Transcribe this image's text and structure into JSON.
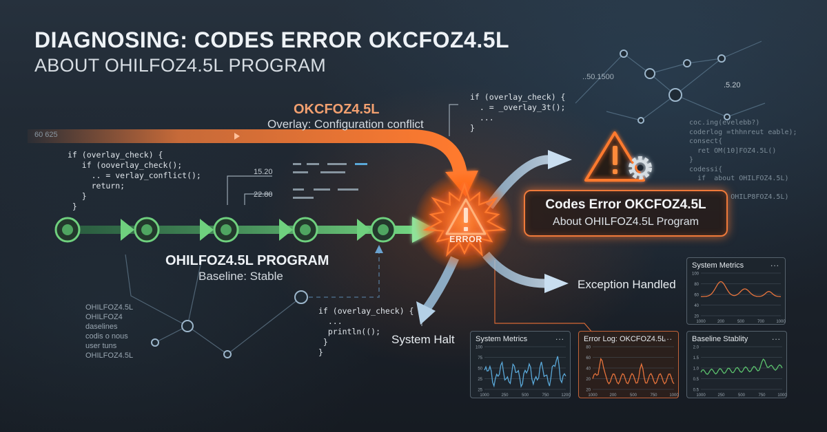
{
  "title": "DIAGNOSING: CODES ERROR OKCFOZ4.5L",
  "subtitle": "ABOUT OHILFOZ4.5L PROGRAM",
  "program": {
    "name": "OHILFOZ4.5L PROGRAM",
    "status": "Baseline: Stable"
  },
  "overlay": {
    "name": "OKCFOZ4.5L",
    "status": "Overlay: Configuration conflict"
  },
  "error_badge": "ERROR",
  "callout": {
    "title": "Codes Error OKCFOZ4.5L",
    "subtitle": "About OHILFOZ4.5L Program"
  },
  "outcomes": {
    "exception": "Exception Handled",
    "halt": "System Halt"
  },
  "code_blocks": {
    "left": "if (overlay_check) {\n   if (ooverlay_check();\n     .. = verlay_conflict();\n     return;\n   }\n }",
    "top": "if (overlay_check) {\n  . = _overlay_3t();\n  ...\n}",
    "bottom": "if (overlay_check) {\n  ...\n  println(();\n }\n}",
    "right": "coc.ing(evelebb?)\ncoderlog =thhnreut eable);\nconsect{\n  ret OM(10]FOZ4.5L()\n}\ncodessi{\n  if  about OHILFOZ4.5L)\n\n          OHILP8FOZ4.5L)"
  },
  "readouts": {
    "r1": "15.20",
    "r2": "22.80",
    "r3": "60 625",
    "r4": "..50.1500",
    "r5": ".5.20"
  },
  "side_labels": [
    "OHILFOZ4.5L",
    "OHILFOZ4",
    "daselines",
    "codis o nous",
    "user tuns",
    "OHILFOZ4.5L"
  ],
  "panels": {
    "metrics_top": {
      "title": "System Metrics",
      "dots": "...",
      "yticks": [
        "100",
        "80",
        "60",
        "40",
        "20"
      ],
      "xticks": [
        "1000",
        "200",
        "500",
        "700",
        "1000"
      ]
    },
    "metrics_bottom": {
      "title": "System Metrics",
      "dots": "...",
      "yticks": [
        "100",
        "75",
        "50",
        "25",
        "25"
      ],
      "xticks": [
        "1000",
        "250",
        "500",
        "750",
        "1200"
      ]
    },
    "error_log": {
      "title": "Error Log: OKCFOZ4.5L",
      "dots": "...",
      "yticks": [
        "80",
        "60",
        "40",
        "20",
        "20"
      ],
      "xticks": [
        "1000",
        "200",
        "500",
        "750",
        "1000"
      ]
    },
    "baseline": {
      "title": "Baseline Stablity",
      "dots": "...",
      "yticks": [
        "2.0",
        "1.5",
        "1.0",
        "0.5",
        "0.5"
      ],
      "xticks": [
        "1000",
        "250",
        "500",
        "750",
        "1000"
      ]
    }
  },
  "colors": {
    "stable_green": "#5cc46e",
    "overlay_orange": "#f07a3a",
    "branch_blue": "#8fb6d4",
    "error_glow": "#ff6a1f",
    "chart_blue": "#5aa8d8",
    "chart_orange": "#e8743c",
    "chart_green": "#5cc46e"
  }
}
